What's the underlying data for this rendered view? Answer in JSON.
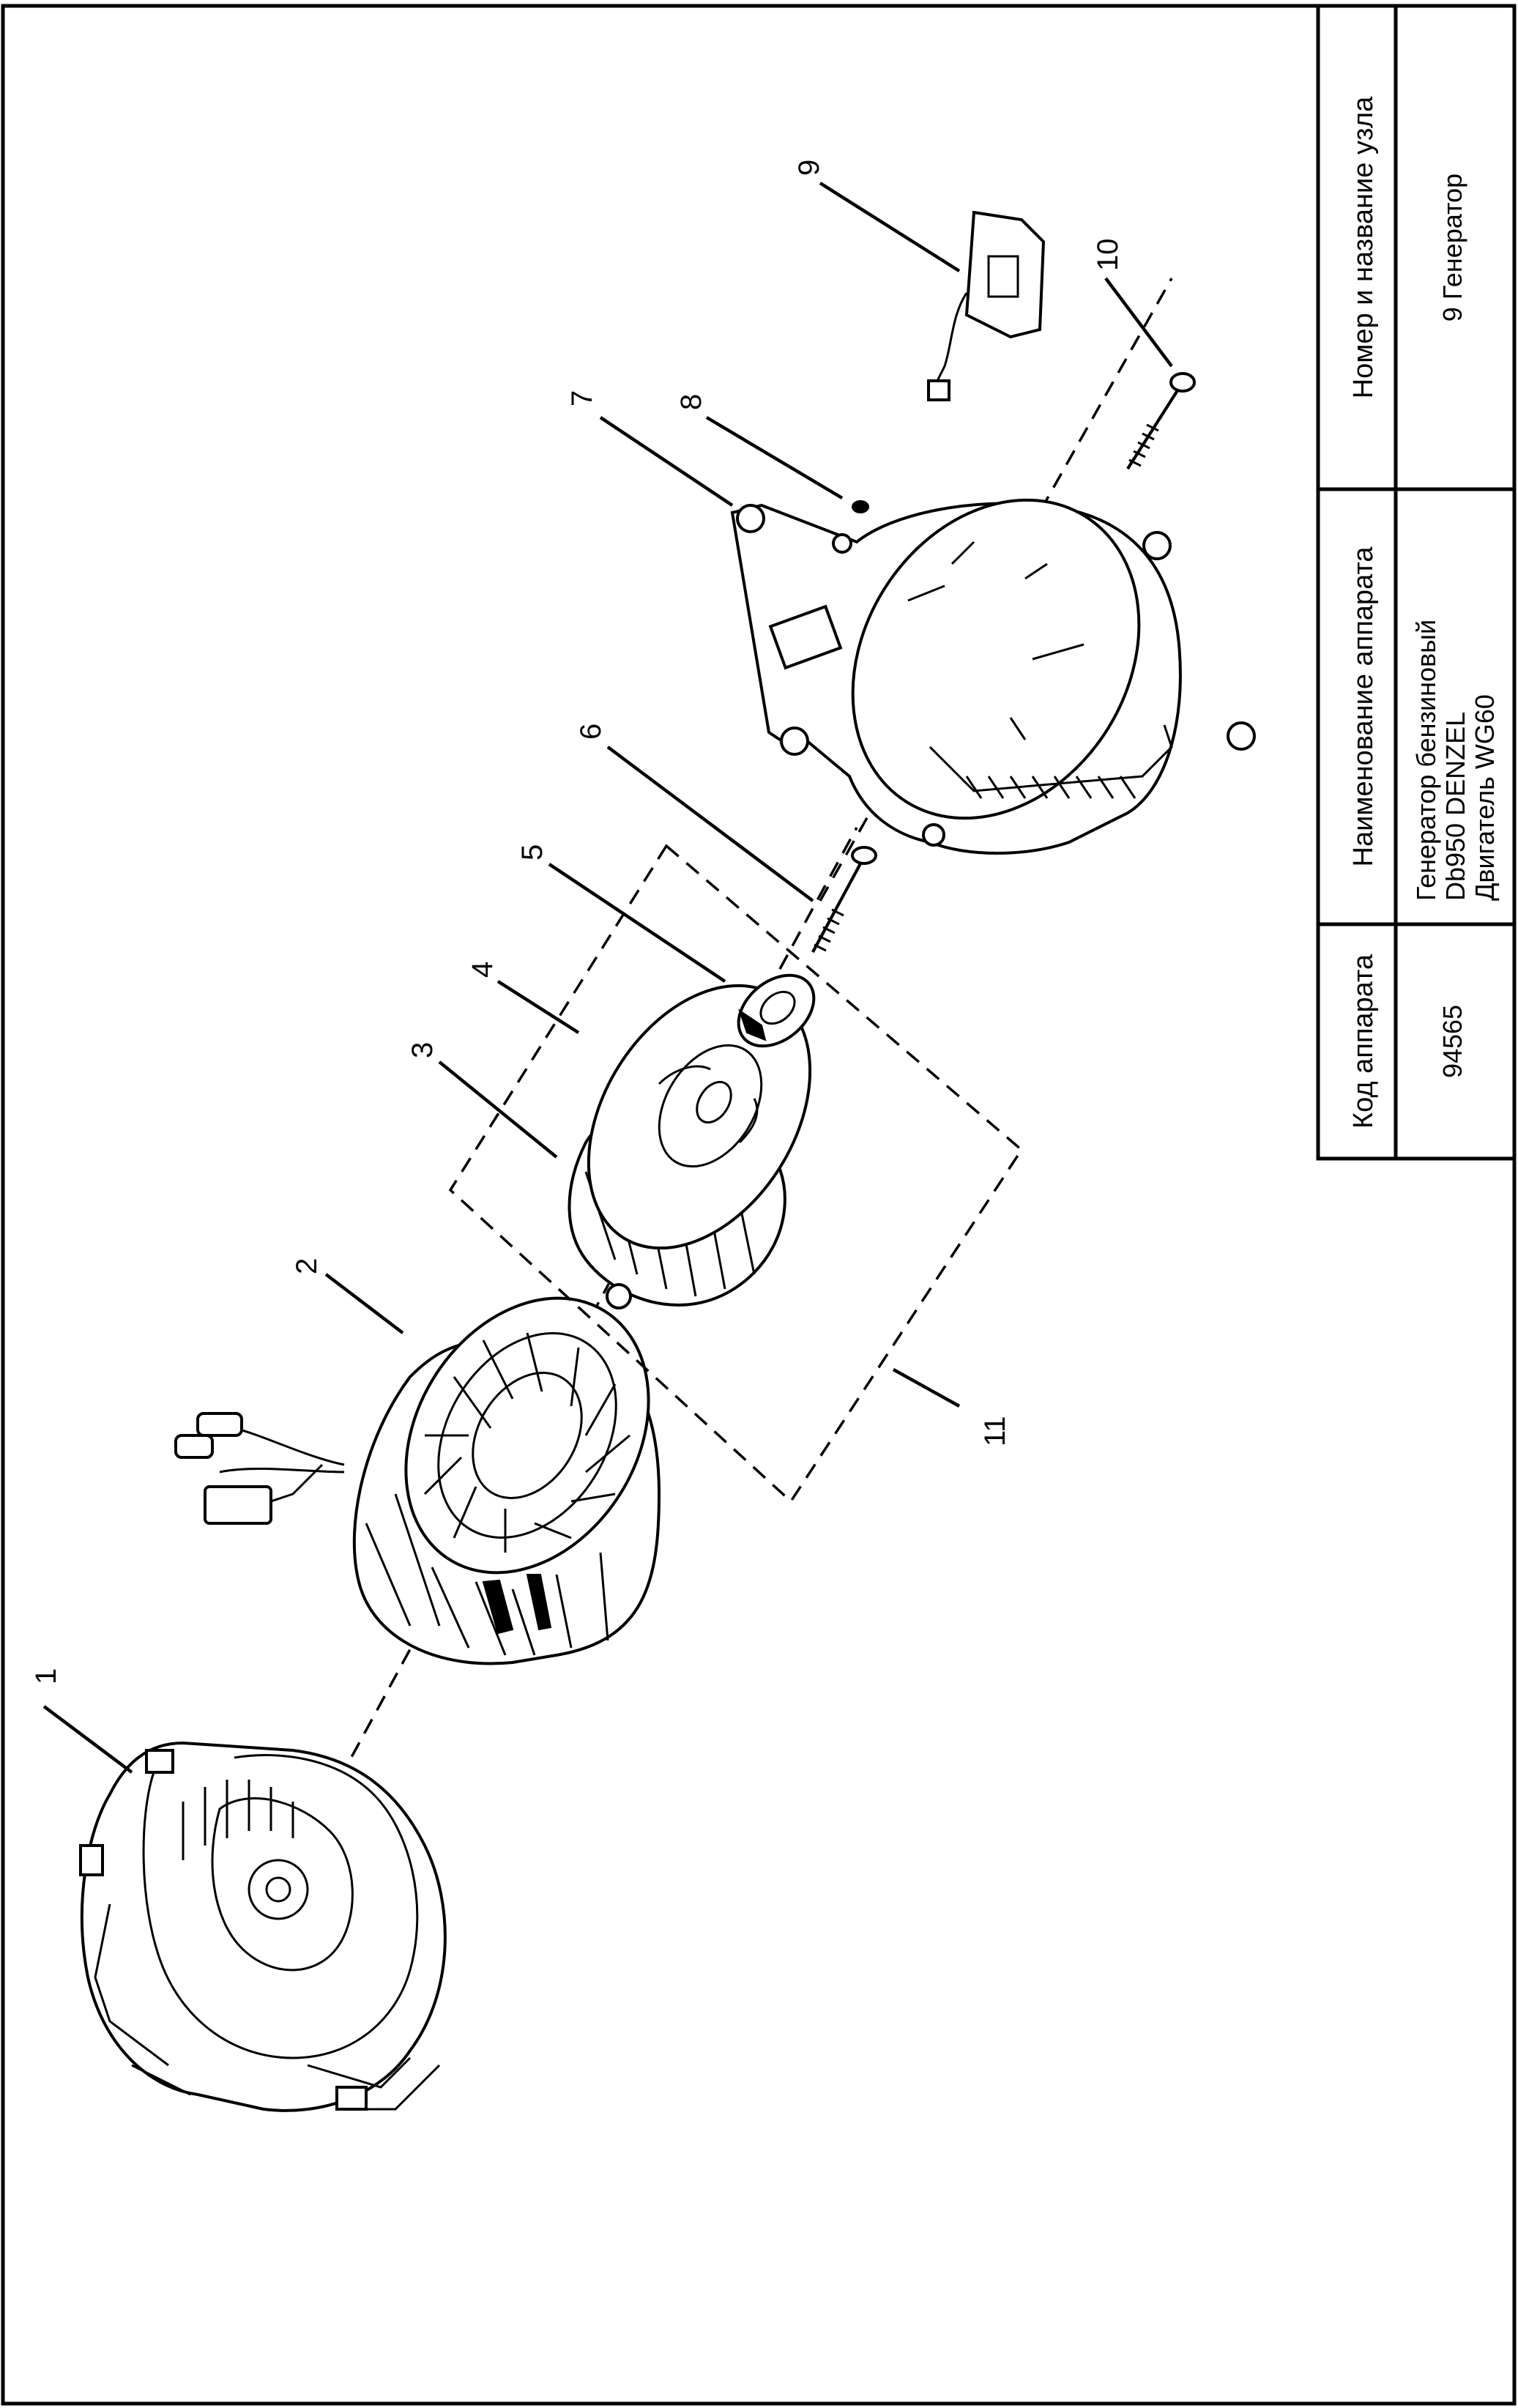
{
  "title_block": {
    "headers": {
      "code": "Код аппарата",
      "name": "Наименование аппарата",
      "unit": "Номер и название узла"
    },
    "values": {
      "code": "94565",
      "name_lines": [
        "Генератор бензиновый",
        "Db950 DENZEL",
        "Двигатель WG60"
      ],
      "unit": "9 Генератор"
    }
  },
  "callouts": [
    "1",
    "2",
    "3",
    "4",
    "5",
    "6",
    "7",
    "8",
    "9",
    "10",
    "11"
  ]
}
